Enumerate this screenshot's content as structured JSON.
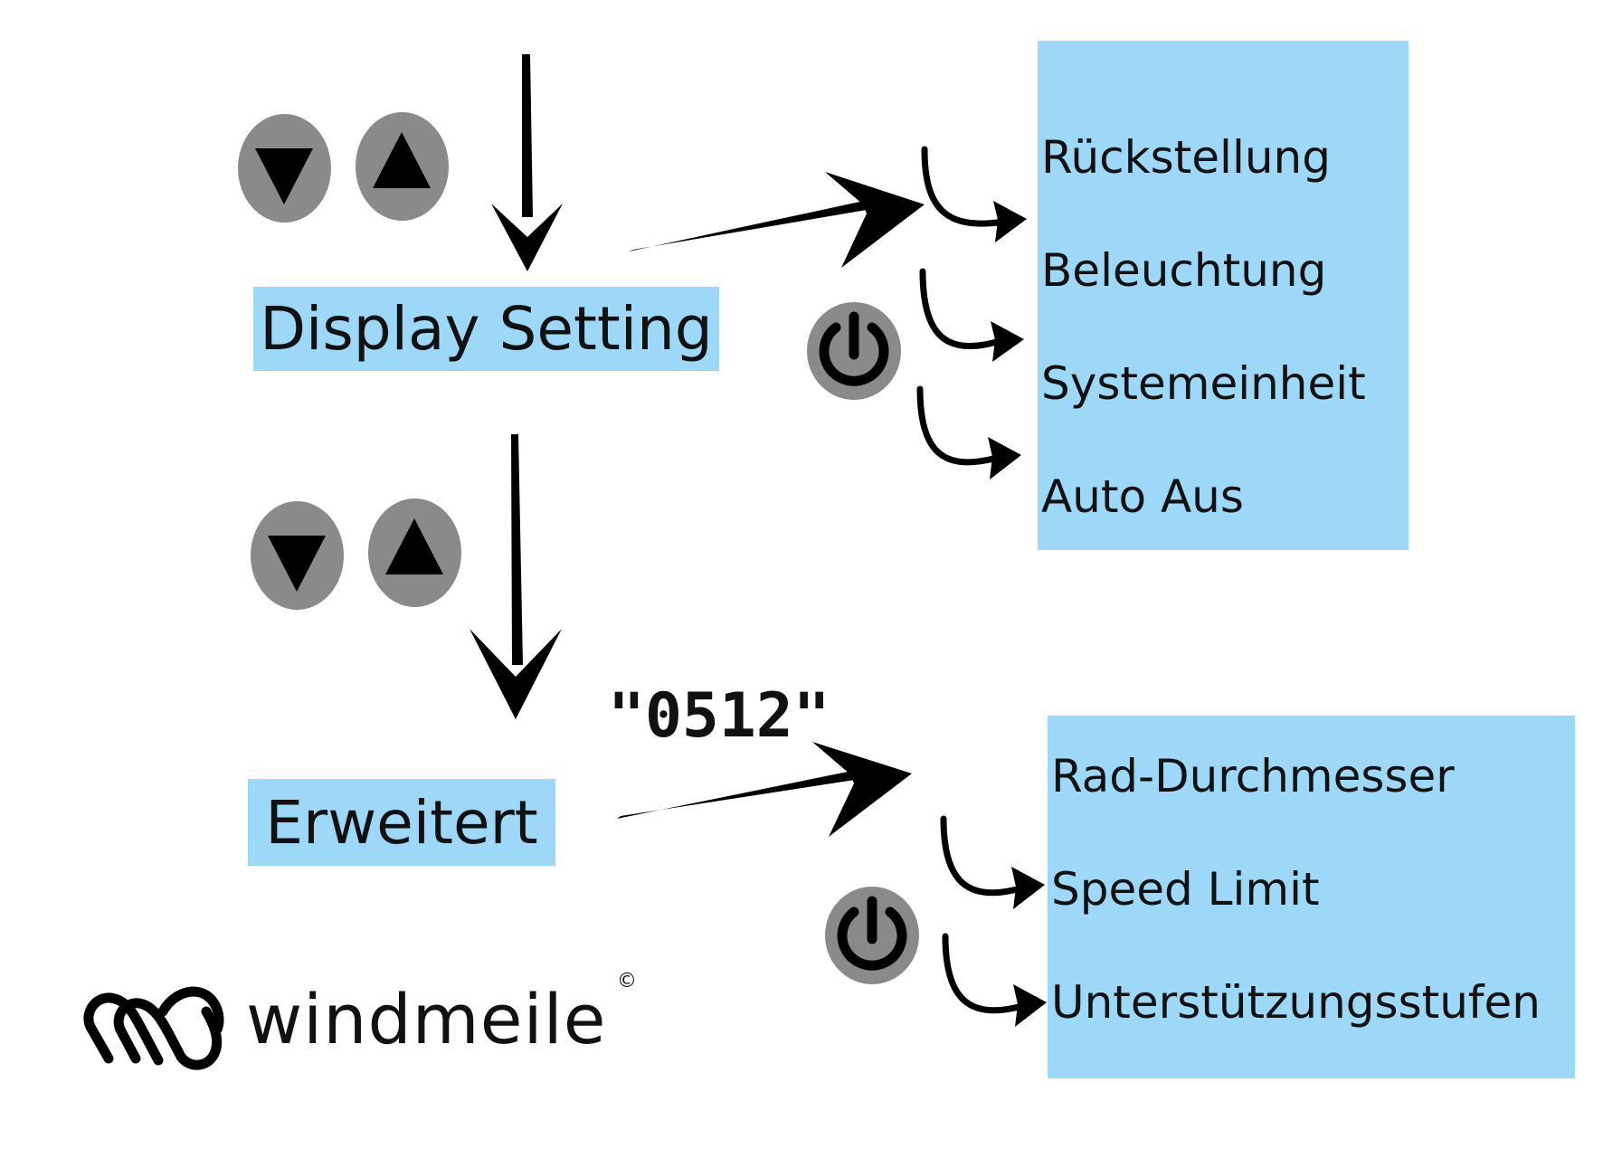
{
  "main_menu": {
    "label": "Display Setting",
    "items": [
      "Rückstellung",
      "Beleuchtung",
      "Systemeinheit",
      "Auto Aus"
    ]
  },
  "advanced_menu": {
    "label": "Erweitert",
    "code": "\"0512\"",
    "items": [
      "Rad-Durchmesser",
      "Speed Limit",
      "Unterstützungsstufen"
    ]
  },
  "icons": {
    "down": "down-triangle-icon",
    "up": "up-triangle-icon",
    "power": "power-icon",
    "logo": "windmeile-logo-icon"
  },
  "brand": {
    "name": "windmeile",
    "copyright": "©"
  },
  "colors": {
    "box": "#9dd8f8",
    "button": "#8a8a8a",
    "ink": "#111111"
  }
}
